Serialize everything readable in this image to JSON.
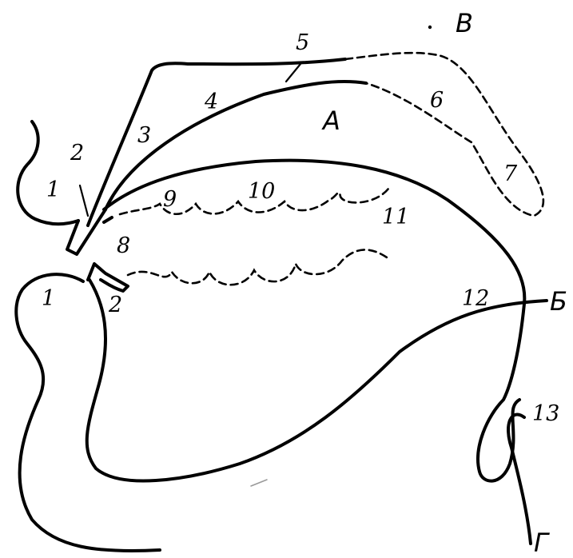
{
  "labels": {
    "n1_top": "1",
    "n2_top": "2",
    "n3": "3",
    "n4": "4",
    "n5": "5",
    "n6": "6",
    "n7": "7",
    "n8": "8",
    "n9": "9",
    "n10": "10",
    "n11": "11",
    "n12": "12",
    "n13": "13",
    "n1_bottom": "1",
    "n2_bottom": "2",
    "A": "А",
    "B": "Б",
    "V": "В",
    "G": "Г"
  }
}
